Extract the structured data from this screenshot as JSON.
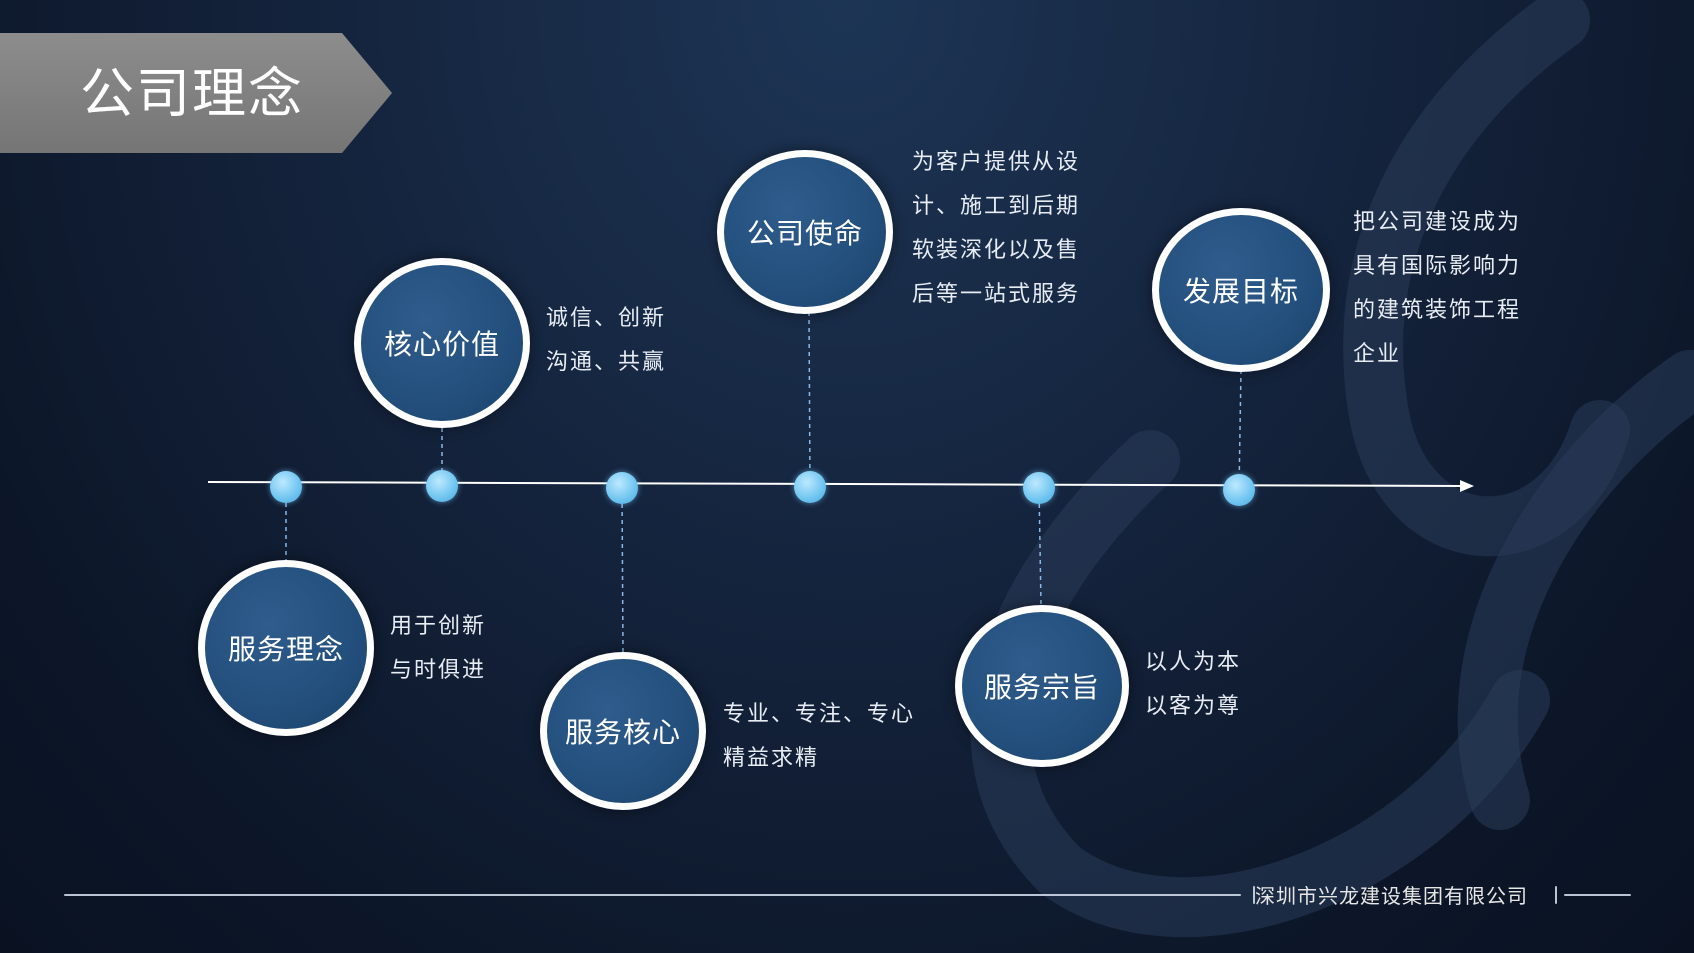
{
  "slide": {
    "title": "公司理念",
    "footer": "深圳市兴龙建设集团有限公司"
  },
  "nodes": [
    {
      "label": "服务理念",
      "lines": [
        "用于创新",
        "与时俱进"
      ]
    },
    {
      "label": "核心价值",
      "lines": [
        "诚信、创新",
        "沟通、共赢"
      ]
    },
    {
      "label": "服务核心",
      "lines": [
        "专业、专注、专心",
        "精益求精"
      ]
    },
    {
      "label": "公司使命",
      "lines": [
        "为客户提供从设",
        "计、施工到后期",
        "软装深化以及售",
        "后等一站式服务"
      ]
    },
    {
      "label": "服务宗旨",
      "lines": [
        "以人为本",
        "以客为尊"
      ]
    },
    {
      "label": "发展目标",
      "lines": [
        "把公司建设成为",
        "具有国际影响力",
        "的建筑装饰工程",
        "企业"
      ]
    }
  ],
  "colors": {
    "background": "#13223a",
    "node_fill": "#24507e",
    "node_border": "#ffffff",
    "dot": "#6fc4f0",
    "banner": "#808080"
  }
}
